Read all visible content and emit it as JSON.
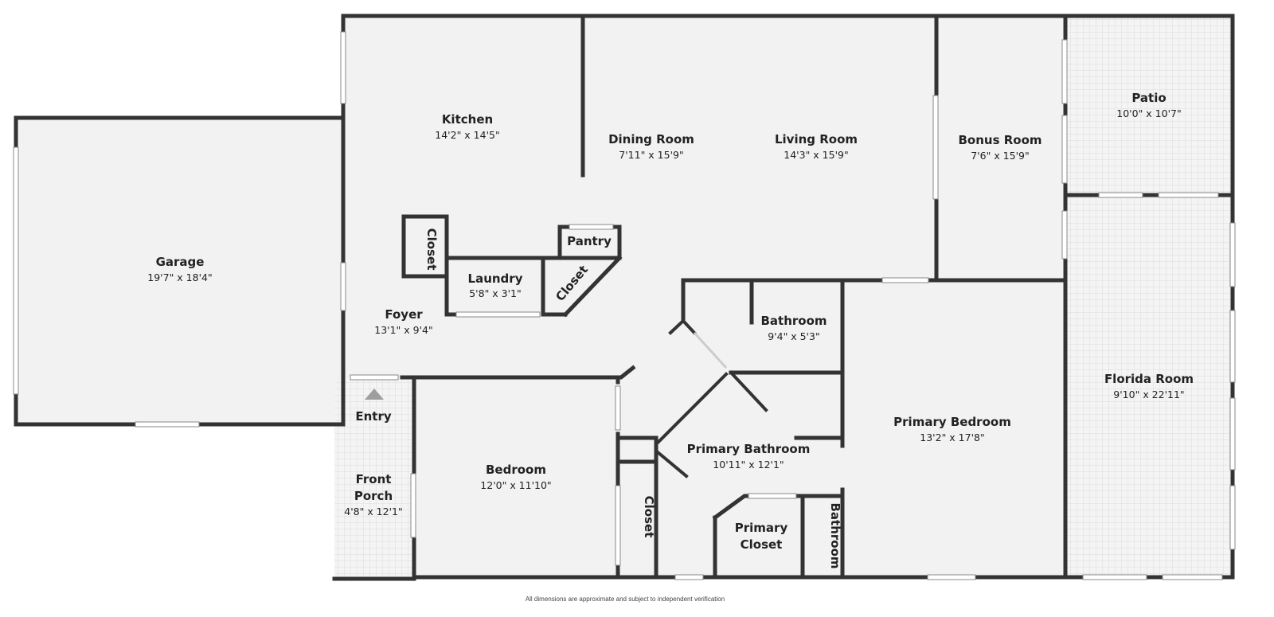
{
  "rooms": {
    "garage": {
      "name": "Garage",
      "dim": "19'7\" x 18'4\""
    },
    "kitchen": {
      "name": "Kitchen",
      "dim": "14'2\" x 14'5\""
    },
    "dining": {
      "name": "Dining Room",
      "dim": "7'11\" x 15'9\""
    },
    "living": {
      "name": "Living Room",
      "dim": "14'3\" x 15'9\""
    },
    "bonus": {
      "name": "Bonus Room",
      "dim": "7'6\" x 15'9\""
    },
    "patio": {
      "name": "Patio",
      "dim": "10'0\" x 10'7\""
    },
    "closet1": {
      "name": "Closet"
    },
    "pantry": {
      "name": "Pantry"
    },
    "laundry": {
      "name": "Laundry",
      "dim": "5'8\" x 3'1\""
    },
    "closet2": {
      "name": "Closet"
    },
    "foyer": {
      "name": "Foyer",
      "dim": "13'1\" x 9'4\""
    },
    "bathroom": {
      "name": "Bathroom",
      "dim": "9'4\" x 5'3\""
    },
    "florida": {
      "name": "Florida Room",
      "dim": "9'10\" x 22'11\""
    },
    "entry": {
      "name": "Entry"
    },
    "porch": {
      "name_line1": "Front",
      "name_line2": "Porch",
      "dim": "4'8\" x 12'1\""
    },
    "bedroom": {
      "name": "Bedroom",
      "dim": "12'0\" x 11'10\""
    },
    "closet3": {
      "name": "Closet"
    },
    "primary_bath": {
      "name": "Primary Bathroom",
      "dim": "10'11\" x 12'1\""
    },
    "primary_closet": {
      "name_line1": "Primary",
      "name_line2": "Closet"
    },
    "bathroom2": {
      "name": "Bathroom"
    },
    "primary_bed": {
      "name": "Primary Bedroom",
      "dim": "13'2\" x 17'8\""
    }
  },
  "footnote": "All dimensions are approximate and subject to independent verification",
  "colors": {
    "wall": "#333333",
    "floor": "#f2f2f2",
    "window": "#bdbdbd",
    "tile": "#e6e6e6"
  }
}
